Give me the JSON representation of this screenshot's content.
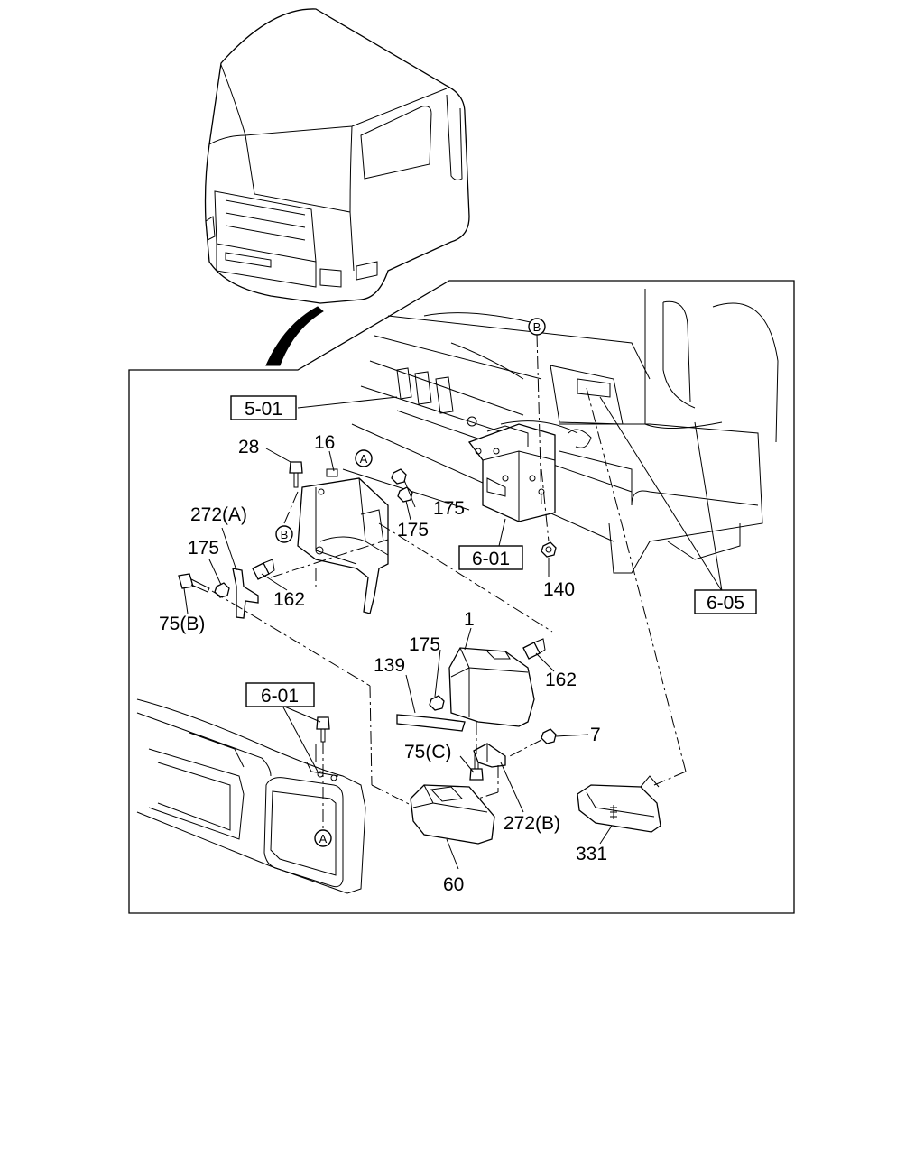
{
  "callouts": {
    "c_5_01": "5-01",
    "c_6_01_top": "6-01",
    "c_6_01_bottom": "6-01",
    "c_6_05": "6-05",
    "n_28": "28",
    "n_16": "16",
    "n_175_a": "175",
    "n_175_b": "175",
    "n_175_c": "175",
    "n_175_d": "175",
    "n_272a": "272(A)",
    "n_162_a": "162",
    "n_162_b": "162",
    "n_75b": "75(B)",
    "n_140": "140",
    "n_1": "1",
    "n_139": "139",
    "n_7": "7",
    "n_75c": "75(C)",
    "n_272b": "272(B)",
    "n_331": "331",
    "n_60": "60"
  },
  "markers": {
    "a_top": "A",
    "a_bottom": "A",
    "b_top": "B",
    "b_left": "B"
  }
}
